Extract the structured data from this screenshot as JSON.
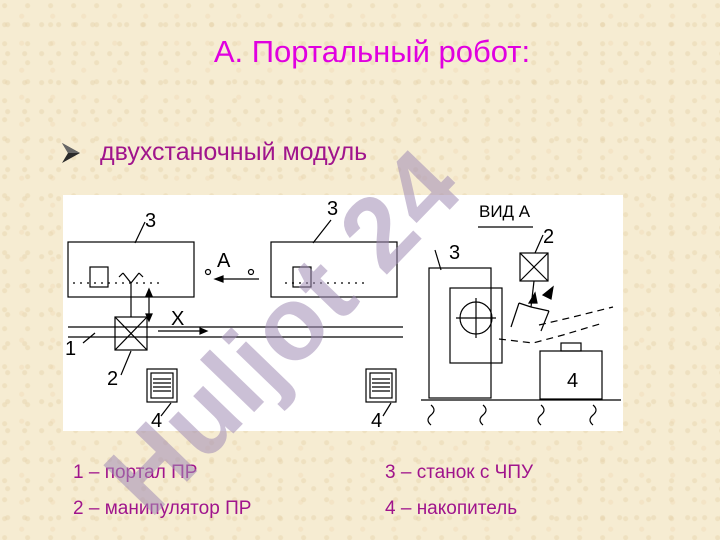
{
  "slide": {
    "title": "А. Портальный робот:",
    "bullet": "двухстаночный модуль"
  },
  "figure": {
    "labels": {
      "num1": "1",
      "num2_left": "2",
      "num3_left": "3",
      "num3_mid": "3",
      "num3_right": "3",
      "num2_right": "2",
      "num4_left": "4",
      "num4_mid": "4",
      "num4_right": "4",
      "view_a": "ВИД А",
      "arrow_a": "А",
      "axis_x": "X"
    }
  },
  "legend": {
    "item1": "1 – портал ПР",
    "item2": "2 – манипулятор ПР",
    "item3": "3 – станок с ЧПУ",
    "item4": "4 – накопитель"
  },
  "watermark": {
    "text": "Huljot 24"
  },
  "colors": {
    "title": "#e000e0",
    "text": "#a0148c",
    "background": "#f6ecd2",
    "watermark": "#a08cb4"
  }
}
